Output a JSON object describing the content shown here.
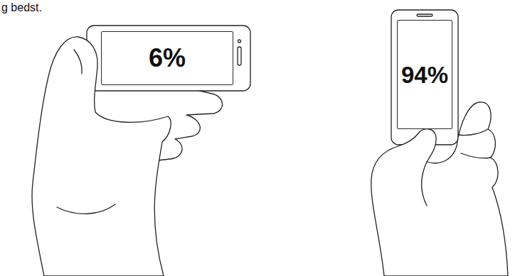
{
  "diagram": {
    "nodes": [
      {
        "text": [
          "6%"
        ]
      },
      {
        "text": [
          "94%"
        ]
      }
    ],
    "labels": [
      "g bedst."
    ]
  }
}
